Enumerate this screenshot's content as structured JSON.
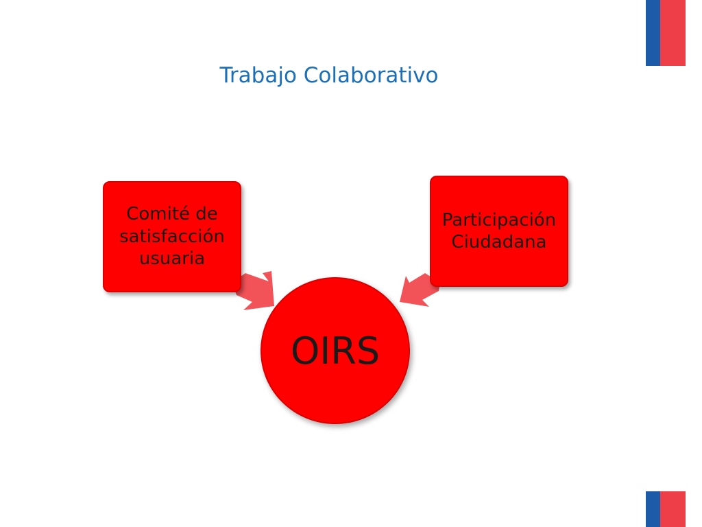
{
  "slide": {
    "title": "Trabajo Colaborativo"
  },
  "diagram": {
    "center": "OIRS",
    "left_box": "Comité de\nsatisfacción\nusuaria",
    "right_box": "Participación\nCiudadana"
  },
  "colors": {
    "title": "#1b6fb8",
    "shape_fill": "#ff0000",
    "arrow_fill": "#f04a4f",
    "flag_blue": "#1d5aa8",
    "flag_red": "#ee3e47"
  }
}
